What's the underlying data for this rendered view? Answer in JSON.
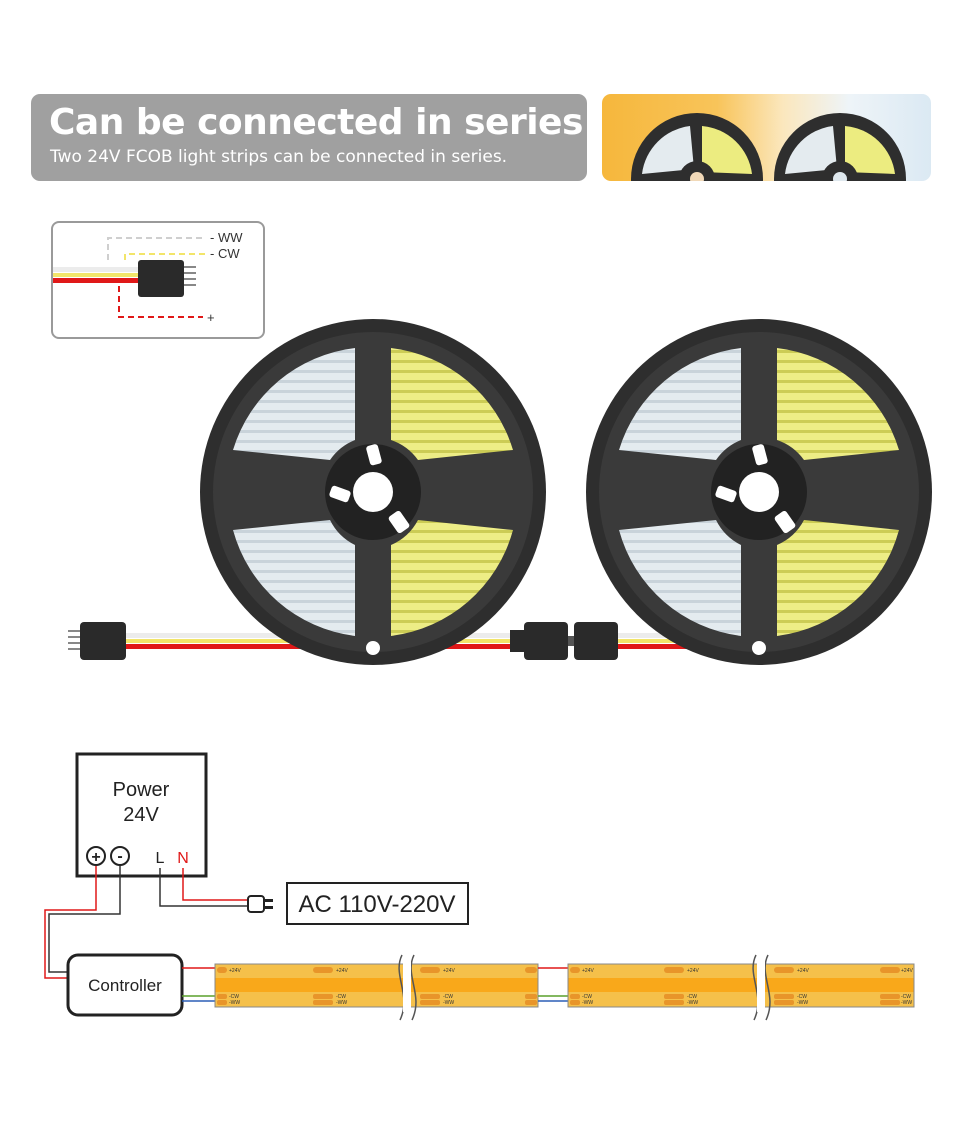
{
  "header": {
    "title": "Can be connected in series",
    "subtitle": "Two 24V FCOB light strips can be connected in series."
  },
  "connector_inset": {
    "ww_label": "- WW",
    "cw_label": "- CW",
    "plus_label": "+"
  },
  "wiring": {
    "power_label_line1": "Power",
    "power_label_line2": "24V",
    "terminal_l": "L",
    "terminal_n": "N",
    "ac_label": "AC 110V-220V",
    "controller_label": "Controller",
    "pad_plus": "+24V",
    "pad_cw": "-CW",
    "pad_ww": "-WW"
  },
  "colors": {
    "banner_bg": "#a0a0a0",
    "reel_body": "#2e2e2e",
    "strip_cool": "#e4ebef",
    "strip_warm": "#ecec80",
    "wire_red": "#e01818",
    "wire_yellow": "#f2e56a",
    "wire_white": "#eeeeee",
    "fcob_strip": "#f5c04a",
    "fcob_band": "#f9a81a"
  }
}
